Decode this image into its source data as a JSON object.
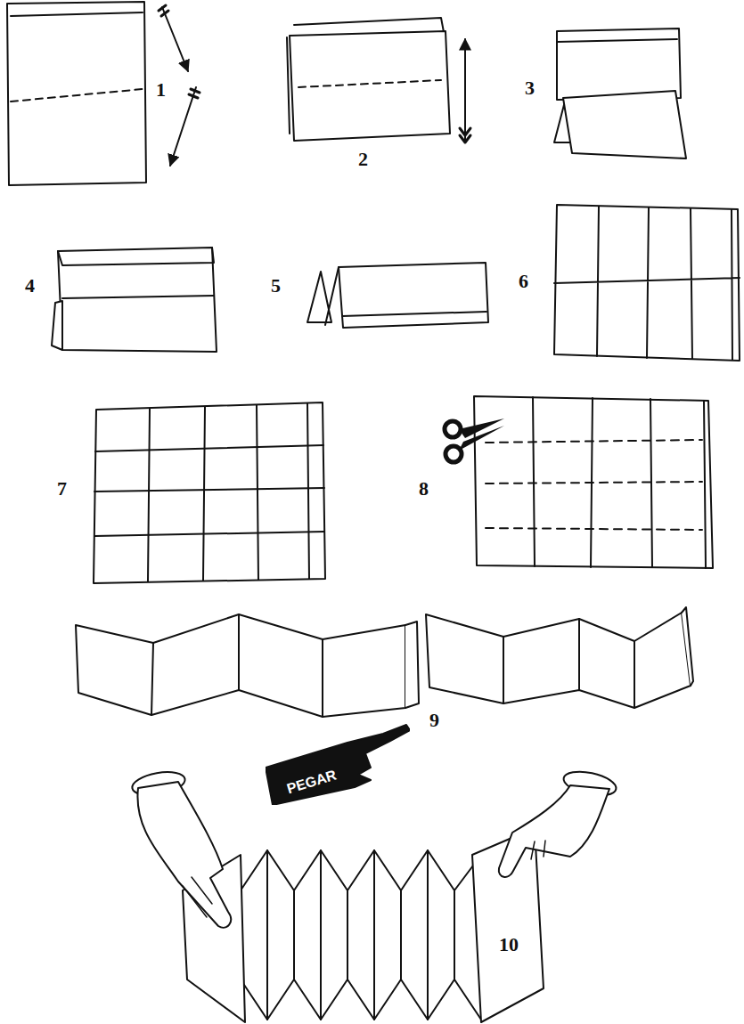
{
  "diagram": {
    "nodes": [
      {
        "text": [
          "PEGAR"
        ]
      }
    ],
    "labels": [
      "1",
      "2",
      "3",
      "4",
      "5",
      "6",
      "7",
      "8",
      "9",
      "10"
    ]
  }
}
